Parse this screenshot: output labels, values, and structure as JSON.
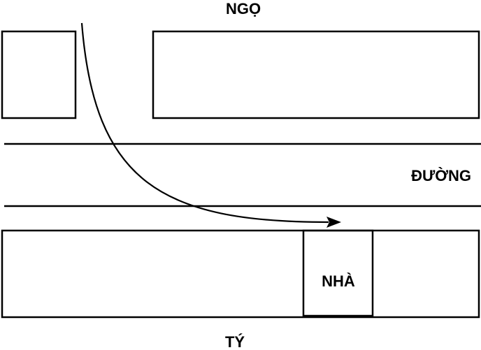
{
  "labels": {
    "north": "NGỌ",
    "street": "ĐƯỜNG",
    "house": "NHÀ",
    "south": "TÝ"
  },
  "colors": {
    "stroke": "#000000",
    "background": "#ffffff"
  }
}
